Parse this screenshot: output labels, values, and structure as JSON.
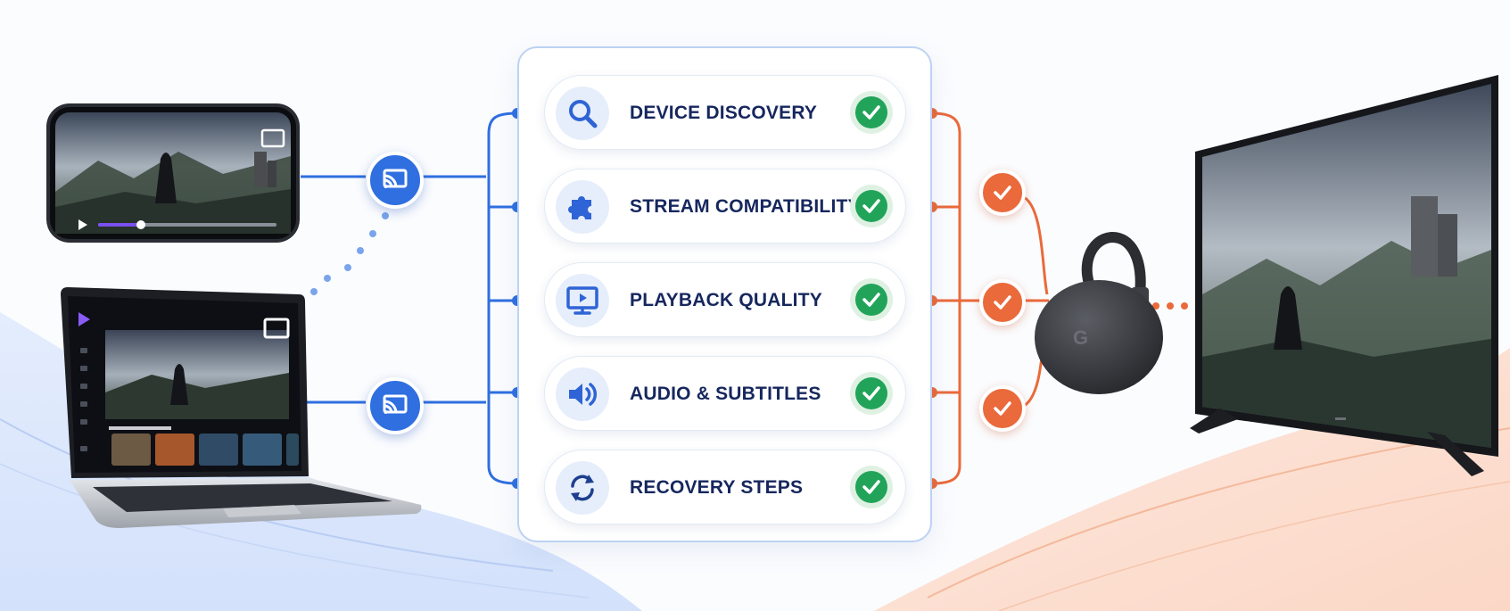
{
  "checklist": {
    "items": [
      {
        "label": "DEVICE DISCOVERY",
        "icon": "magnifier-icon"
      },
      {
        "label": "STREAM COMPATIBILITY",
        "icon": "puzzle-icon"
      },
      {
        "label": "PLAYBACK QUALITY",
        "icon": "monitor-play-icon"
      },
      {
        "label": "AUDIO & SUBTITLES",
        "icon": "speaker-icon"
      },
      {
        "label": "RECOVERY STEPS",
        "icon": "refresh-icon"
      }
    ]
  },
  "colors": {
    "sender_blue": "#2f6fe0",
    "receiver_orange": "#ea6a3b",
    "check_green": "#21a45a",
    "label_navy": "#16275e"
  },
  "sources": [
    "phone",
    "laptop"
  ],
  "receiver": {
    "dongle_logo": "G",
    "display": "tv"
  }
}
